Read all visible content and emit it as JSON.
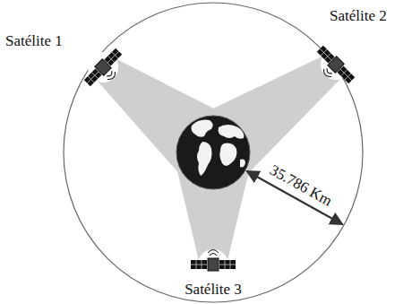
{
  "diagram": {
    "labels": [
      "Satélite 1",
      "Satélite 2",
      "Satélite 3",
      "35.786 Km"
    ]
  }
}
